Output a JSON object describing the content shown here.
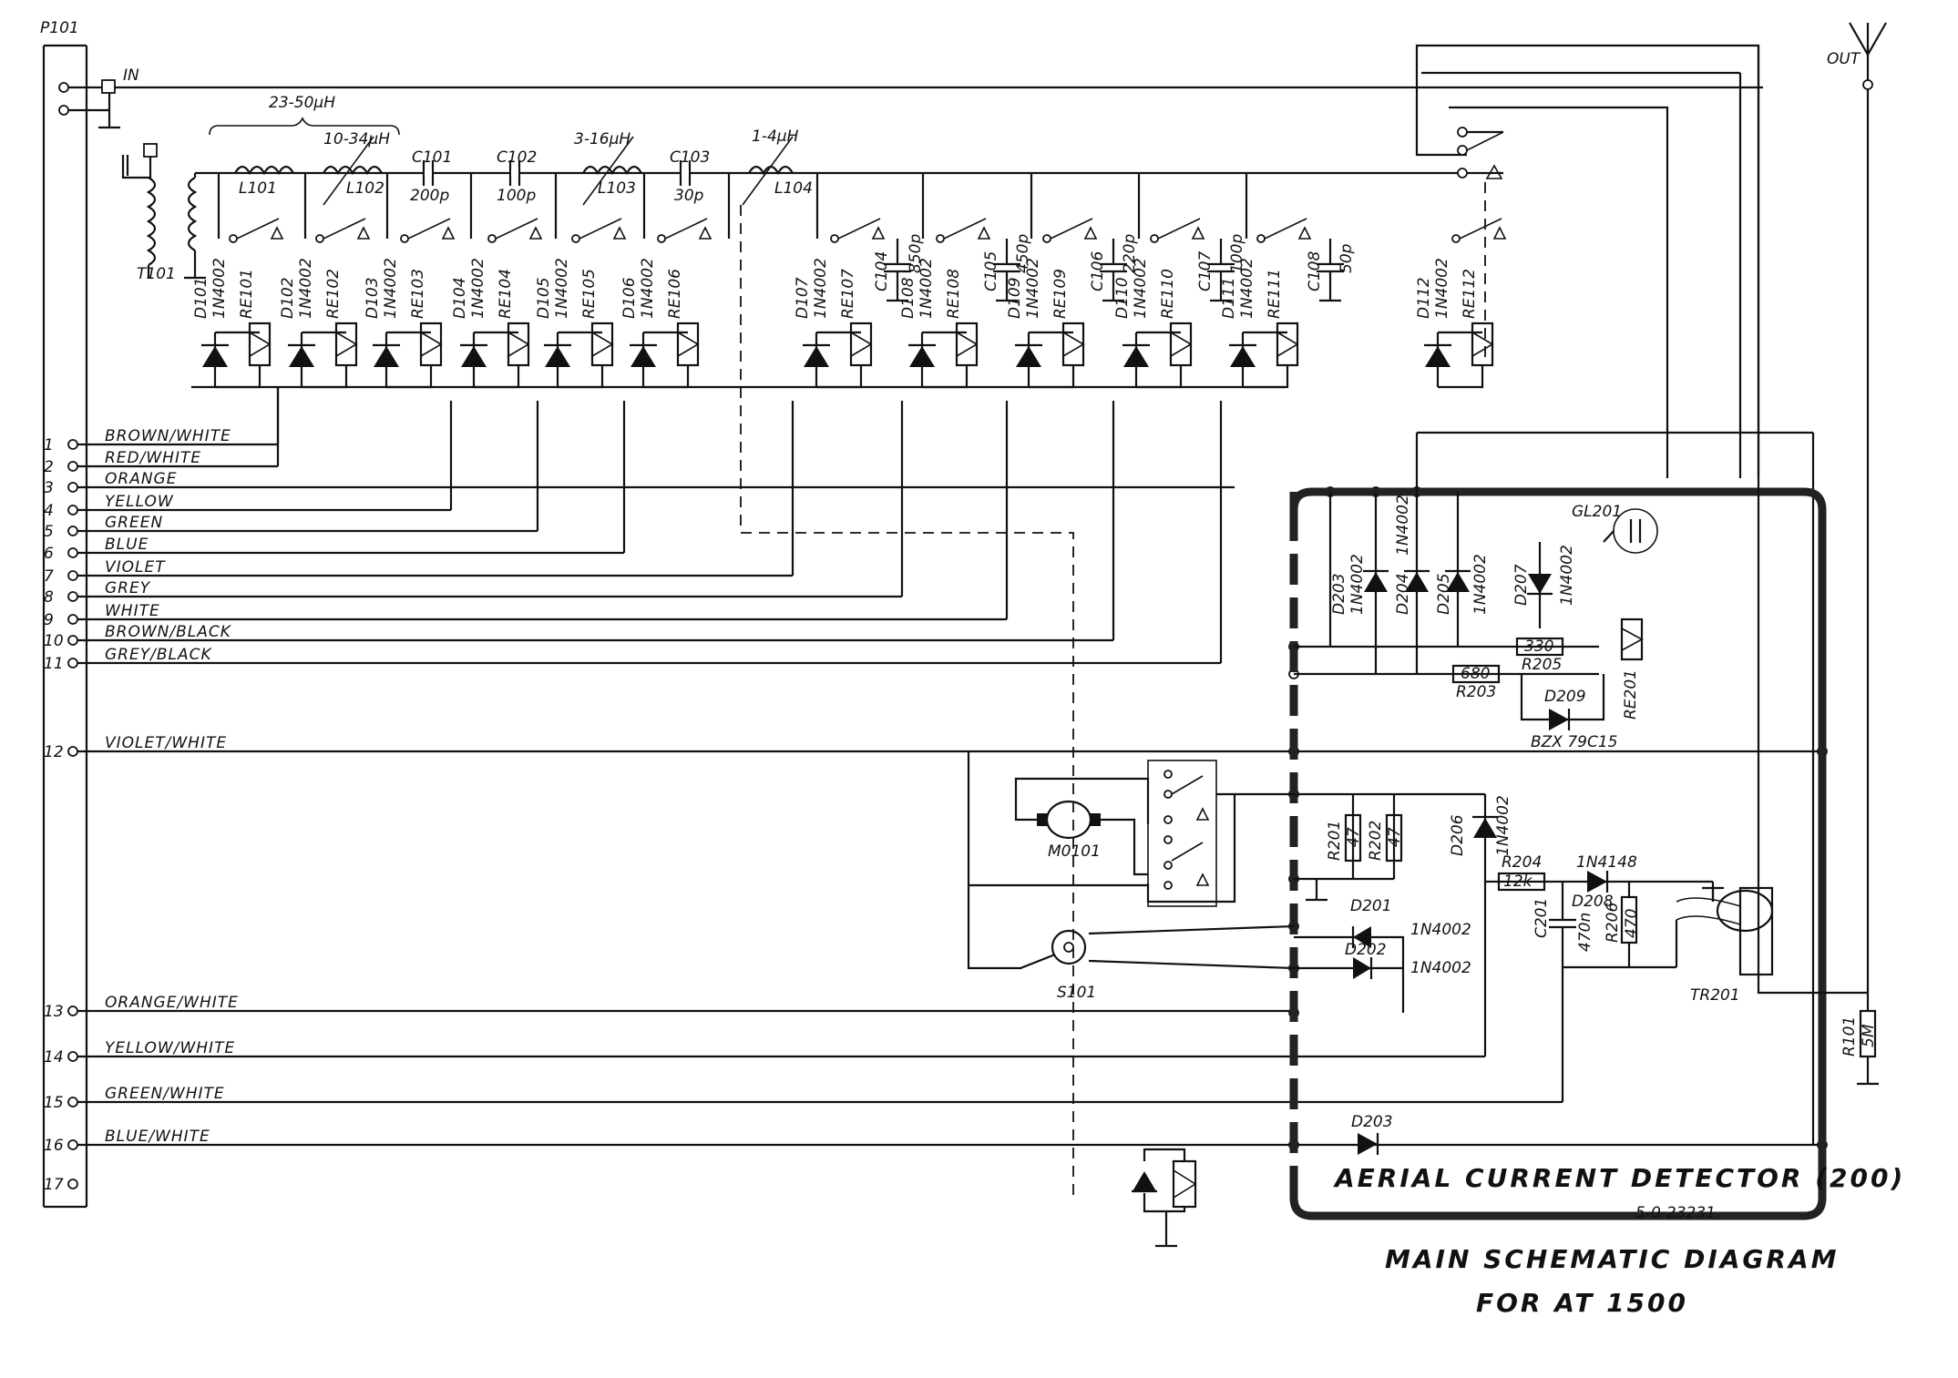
{
  "diagram": {
    "connector": "P101",
    "input_label": "IN",
    "output_label": "OUT",
    "range_label": "23-50µH",
    "inductors": [
      {
        "ref": "L101",
        "value": ""
      },
      {
        "ref": "L102",
        "value": "10-34µH"
      },
      {
        "ref": "L103",
        "value": "3-16µH"
      },
      {
        "ref": "L104",
        "value": "1-4µH"
      }
    ],
    "transformer": "T101",
    "series_caps": [
      {
        "ref": "C101",
        "value": "200p"
      },
      {
        "ref": "C102",
        "value": "100p"
      },
      {
        "ref": "C103",
        "value": "30p"
      }
    ],
    "shunt_caps": [
      {
        "ref": "C104",
        "value": "850p"
      },
      {
        "ref": "C105",
        "value": "450p"
      },
      {
        "ref": "C106",
        "value": "220p"
      },
      {
        "ref": "C107",
        "value": "100p"
      },
      {
        "ref": "C108",
        "value": "50p"
      }
    ],
    "relay_stages": [
      {
        "diode": "D101",
        "type": "1N4002",
        "relay": "RE101"
      },
      {
        "diode": "D102",
        "type": "1N4002",
        "relay": "RE102"
      },
      {
        "diode": "D103",
        "type": "1N4002",
        "relay": "RE103"
      },
      {
        "diode": "D104",
        "type": "1N4002",
        "relay": "RE104"
      },
      {
        "diode": "D105",
        "type": "1N4002",
        "relay": "RE105"
      },
      {
        "diode": "D106",
        "type": "1N4002",
        "relay": "RE106"
      },
      {
        "diode": "D107",
        "type": "1N4002",
        "relay": "RE107"
      },
      {
        "diode": "D108",
        "type": "1N4002",
        "relay": "RE108"
      },
      {
        "diode": "D109",
        "type": "1N4002",
        "relay": "RE109"
      },
      {
        "diode": "D110",
        "type": "1N4002",
        "relay": "RE110"
      },
      {
        "diode": "D111",
        "type": "1N4002",
        "relay": "RE111"
      },
      {
        "diode": "D112",
        "type": "1N4002",
        "relay": "RE112"
      }
    ],
    "pins": [
      {
        "num": "1",
        "color": "BROWN/WHITE"
      },
      {
        "num": "2",
        "color": "RED/WHITE"
      },
      {
        "num": "3",
        "color": "ORANGE"
      },
      {
        "num": "4",
        "color": "YELLOW"
      },
      {
        "num": "5",
        "color": "GREEN"
      },
      {
        "num": "6",
        "color": "BLUE"
      },
      {
        "num": "7",
        "color": "VIOLET"
      },
      {
        "num": "8",
        "color": "GREY"
      },
      {
        "num": "9",
        "color": "WHITE"
      },
      {
        "num": "10",
        "color": "BROWN/BLACK"
      },
      {
        "num": "11",
        "color": "GREY/BLACK"
      },
      {
        "num": "12",
        "color": "VIOLET/WHITE"
      },
      {
        "num": "13",
        "color": "ORANGE/WHITE"
      },
      {
        "num": "14",
        "color": "YELLOW/WHITE"
      },
      {
        "num": "15",
        "color": "GREEN/WHITE"
      },
      {
        "num": "16",
        "color": "BLUE/WHITE"
      },
      {
        "num": "17",
        "color": ""
      }
    ],
    "detector": {
      "title": "AERIAL CURRENT DETECTOR  (200)",
      "drawing_no": "5-0-23231",
      "lamp": "GL201",
      "relay": "RE201",
      "d203": {
        "ref": "D203",
        "type": "1N4002"
      },
      "d204": {
        "ref": "D204",
        "type": "1N4002"
      },
      "d205": {
        "ref": "D205",
        "type": "1N4002"
      },
      "d207": {
        "ref": "D207",
        "type": "1N4002"
      },
      "d209": {
        "ref": "D209",
        "type": "BZX 79C15"
      },
      "r205": {
        "ref": "R205",
        "value": "330"
      },
      "r203": {
        "ref": "R203",
        "value": "680"
      },
      "r201": {
        "ref": "R201",
        "value": "47"
      },
      "r202": {
        "ref": "R202",
        "value": "47"
      },
      "d206": {
        "ref": "D206",
        "type": "1N4002"
      },
      "r204": {
        "ref": "R204",
        "value": "12k"
      },
      "d208": {
        "ref": "D208",
        "type": "1N4148"
      },
      "c201": {
        "ref": "C201",
        "value": "470n"
      },
      "r206": {
        "ref": "R206",
        "value": "470"
      },
      "tr201": "TR201",
      "d201": {
        "ref": "D201",
        "type": "1N4002"
      },
      "d202": {
        "ref": "D202",
        "type": "1N4002"
      },
      "d203b": {
        "ref": "D203",
        "type": ""
      }
    },
    "motor": "M0101",
    "switch": "S101",
    "r101": {
      "ref": "R101",
      "value": "5M"
    },
    "title_line1": "MAIN SCHEMATIC DIAGRAM",
    "title_line2": "FOR AT 1500"
  }
}
